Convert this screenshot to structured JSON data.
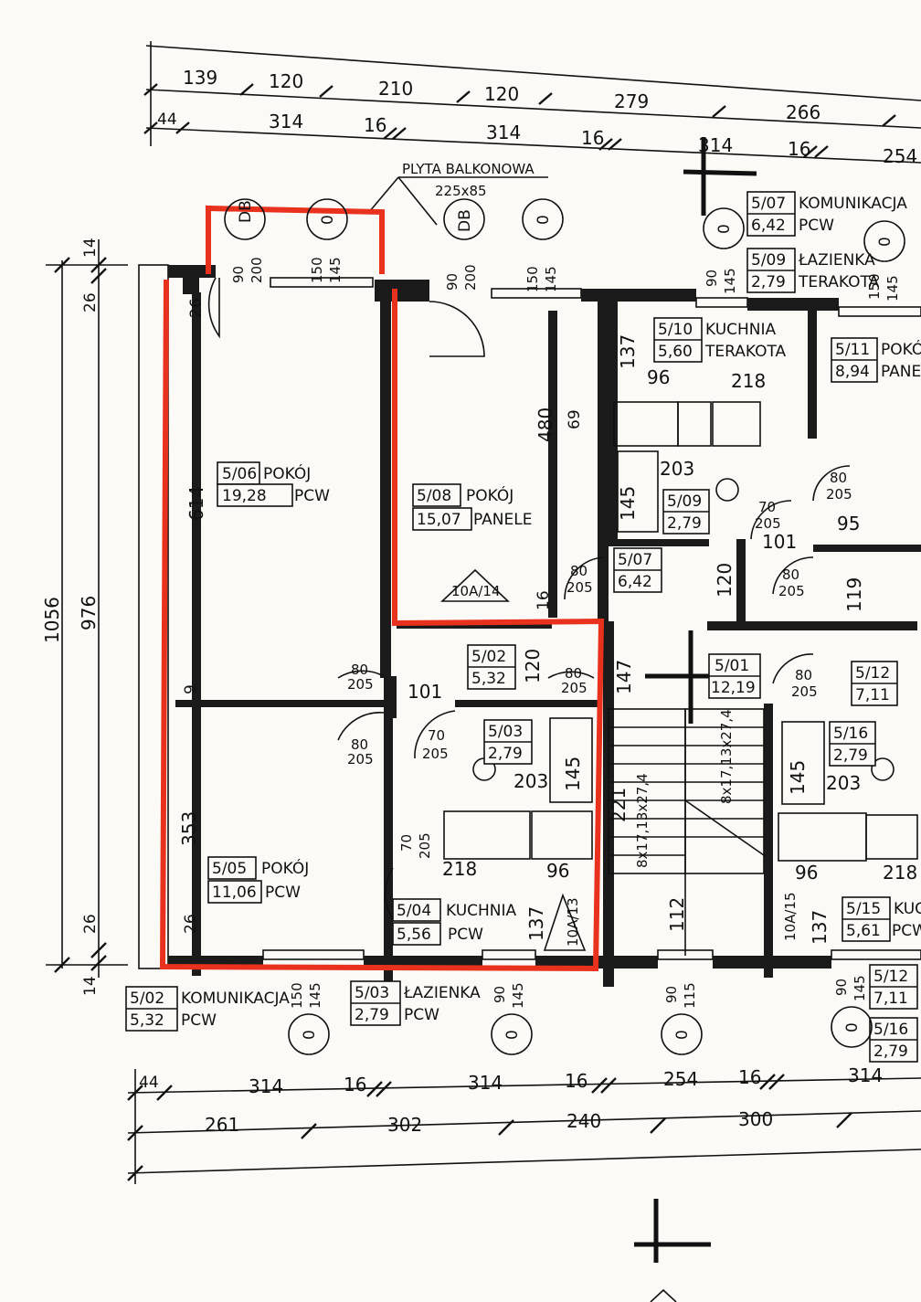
{
  "dims_top": {
    "row1": [
      "139",
      "120",
      "210",
      "120",
      "279",
      "266"
    ],
    "row2": [
      "44",
      "314",
      "16",
      "314",
      "16",
      "314",
      "16",
      "254"
    ]
  },
  "dims_bottom": {
    "row1": [
      "44",
      "314",
      "16",
      "314",
      "16",
      "254",
      "16",
      "314"
    ],
    "row2": [
      "261",
      "302",
      "240",
      "300"
    ]
  },
  "dims_left": {
    "total": "1056",
    "inner": "976",
    "top1": "14",
    "top2": "26",
    "bot1": "26",
    "bot2": "14"
  },
  "balcony": {
    "line1": "PLYTA BALKONOWA",
    "line2": "225x85"
  },
  "rooms": {
    "r506": {
      "code": "5/06",
      "name": "POKÓJ",
      "area": "19,28",
      "finish": "PCW"
    },
    "r508": {
      "code": "5/08",
      "name": "POKÓJ",
      "area": "15,07",
      "finish": "PANELE"
    },
    "r505": {
      "code": "5/05",
      "name": "POKÓJ",
      "area": "11,06",
      "finish": "PCW"
    },
    "r504": {
      "code": "5/04",
      "name": "KUCHNIA",
      "area": "5,56",
      "finish": "PCW"
    },
    "r503": {
      "code": "5/03",
      "area": "2,79"
    },
    "r502": {
      "code": "5/02",
      "area": "5,32"
    },
    "r510": {
      "code": "5/10",
      "name": "KUCHNIA",
      "area": "5,60",
      "finish": "TERAKOTA"
    },
    "r509": {
      "code": "5/09",
      "area": "2,79"
    },
    "r507": {
      "code": "5/07",
      "area": "6,42"
    },
    "r511": {
      "code": "5/11",
      "name": "POKÓ",
      "area": "8,94",
      "finish": "PANEL"
    },
    "r501": {
      "code": "5/01",
      "area": "12,19"
    },
    "r512": {
      "code": "5/12",
      "area": "7,11"
    },
    "r516": {
      "code": "5/16",
      "area": "2,79"
    },
    "r515": {
      "code": "5/15",
      "name": "KUC",
      "area": "5,61",
      "finish": "PCW"
    }
  },
  "legend_top": {
    "a": {
      "code": "5/07",
      "name": "KOMUNIKACJA",
      "area": "6,42",
      "finish": "PCW"
    },
    "b": {
      "code": "5/09",
      "name": "ŁAZIENKA",
      "area": "2,79",
      "finish": "TERAKOTA"
    }
  },
  "legend_bottom": {
    "a": {
      "code": "5/02",
      "name": "KOMUNIKACJA",
      "area": "5,32",
      "finish": "PCW"
    },
    "b": {
      "code": "5/03",
      "name": "ŁAZIENKA",
      "area": "2,79",
      "finish": "PCW"
    },
    "c": {
      "code": "5/12",
      "area": "7,11"
    },
    "d": {
      "code": "5/16",
      "area": "2,79"
    }
  },
  "labels": {
    "w90_200a": "90",
    "w200a": "200",
    "w150a": "150",
    "w145a": "145",
    "db": "DB",
    "w90_200b": "90",
    "w200b": "200",
    "w150b": "150",
    "w145b": "145",
    "w90c": "90",
    "w145c": "145",
    "w150c": "150",
    "w145d": "145",
    "d614": "614",
    "d480": "480",
    "d69": "69",
    "d137": "137",
    "d96": "96",
    "d218": "218",
    "d203": "203",
    "d145": "145",
    "d353": "353",
    "d26a": "26",
    "d26b": "26",
    "d9": "9",
    "d16": "16",
    "d101": "101",
    "d120": "120",
    "d147": "147",
    "d112": "112",
    "d221": "221",
    "d95": "95",
    "d119": "119",
    "door": "80",
    "door205": "205",
    "door70": "70",
    "stairs": "10A/14",
    "stairs2": "10A/13",
    "stairs3": "10A/15",
    "stairsTxt": "8x17,13x27,4",
    "b150": "150",
    "b145": "145",
    "b90": "90",
    "b145b": "145",
    "b90c": "90",
    "b115": "115",
    "b90d": "90",
    "b145d": "145",
    "circle": "0"
  },
  "colors": {
    "highlight": "#e8321e",
    "ink": "#111111",
    "paper": "#fbfaf7"
  }
}
